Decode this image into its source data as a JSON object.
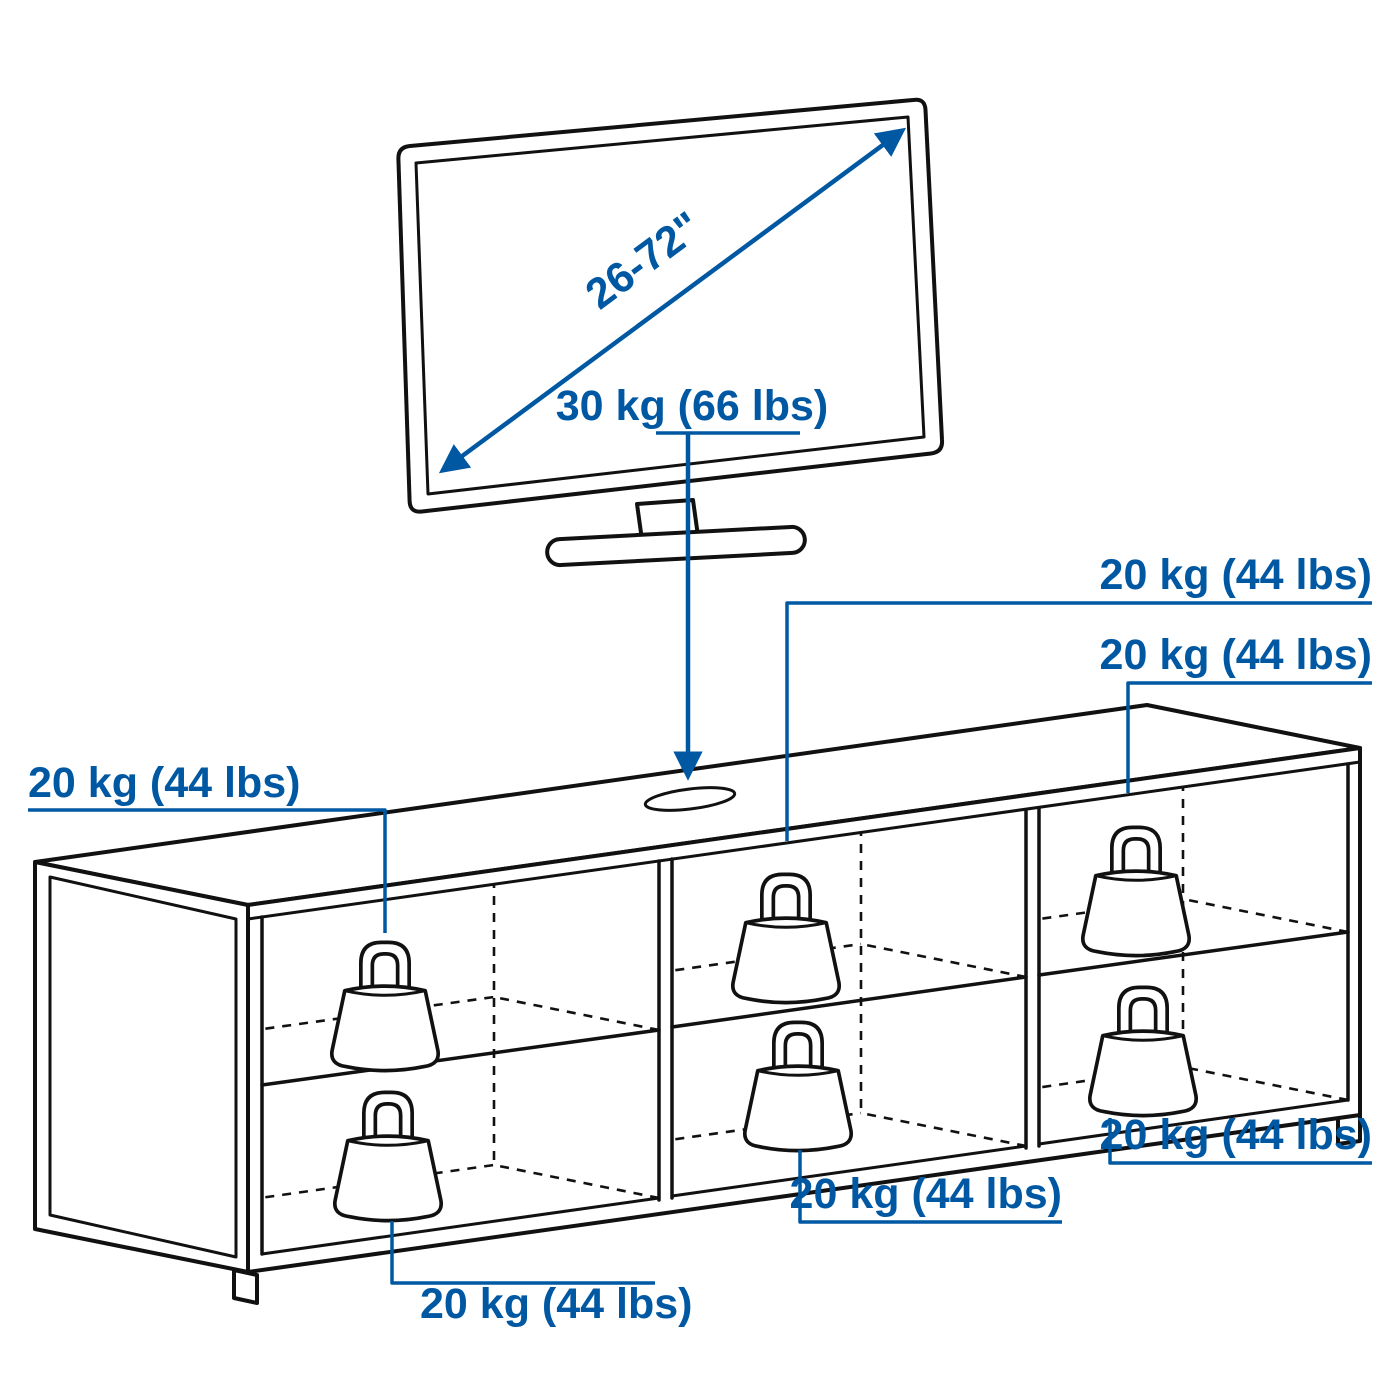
{
  "title": "TV bench load capacity diagram",
  "labels": {
    "tv_size": "26-72\"",
    "tv_weight": "30 kg (66 lbs)",
    "shelf_loads": [
      "20 kg (44 lbs)",
      "20 kg (44 lbs)",
      "20 kg (44 lbs)",
      "20 kg (44 lbs)",
      "20 kg (44 lbs)",
      "20 kg (44 lbs)"
    ]
  },
  "colors": {
    "accent": "#0058a3",
    "line": "#111111",
    "background": "#ffffff"
  }
}
